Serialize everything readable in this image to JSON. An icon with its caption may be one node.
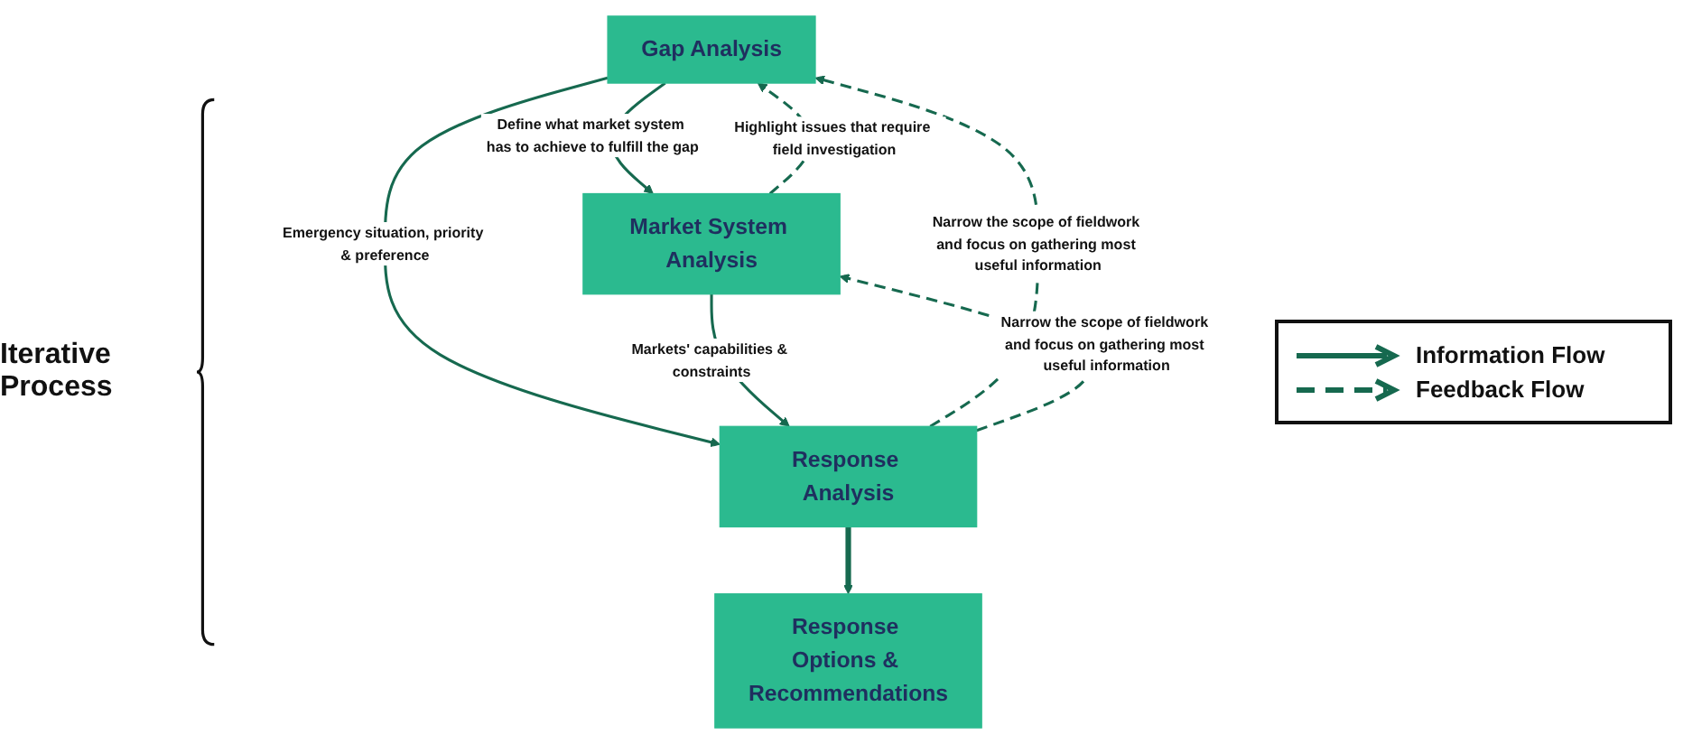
{
  "diagram": {
    "nodes": [
      {
        "text": [
          "Gap Analysis"
        ]
      },
      {
        "text": [
          "Market System Analysis"
        ]
      },
      {
        "text": [
          "Response Analysis"
        ]
      },
      {
        "text": [
          "Response Options & Recommendations"
        ]
      }
    ],
    "edges": [
      {
        "from": 1,
        "to": 0,
        "arrow": "to",
        "style": "dashed",
        "label": "Highlight issues that require field investigation"
      },
      {
        "from": 0,
        "to": 1,
        "arrow": "to",
        "label": "Define what market system has to achieve to fulfill the gap"
      },
      {
        "from": 0,
        "to": 2,
        "arrow": "to",
        "label": "Emergency situation, priority & preference"
      },
      {
        "from": 2,
        "to": 0,
        "arrow": "to",
        "style": "dashed",
        "label": "Narrow the scope of fieldwork and focus on gathering most useful information"
      },
      {
        "from": 1,
        "to": 2,
        "arrow": "to",
        "label": "Markets' capabilities & constraints"
      },
      {
        "from": 2,
        "to": 1,
        "arrow": "to",
        "style": "dashed",
        "label": "Narrow the scope of fieldwork and focus on gathering most useful information"
      },
      {
        "from": 2,
        "to": 3,
        "arrow": "to",
        "style": "thick"
      }
    ],
    "labels": [
      "Iterative Process"
    ],
    "legend": [
      {
        "text": "Information Flow"
      },
      {
        "text": "Feedback Flow"
      }
    ]
  }
}
